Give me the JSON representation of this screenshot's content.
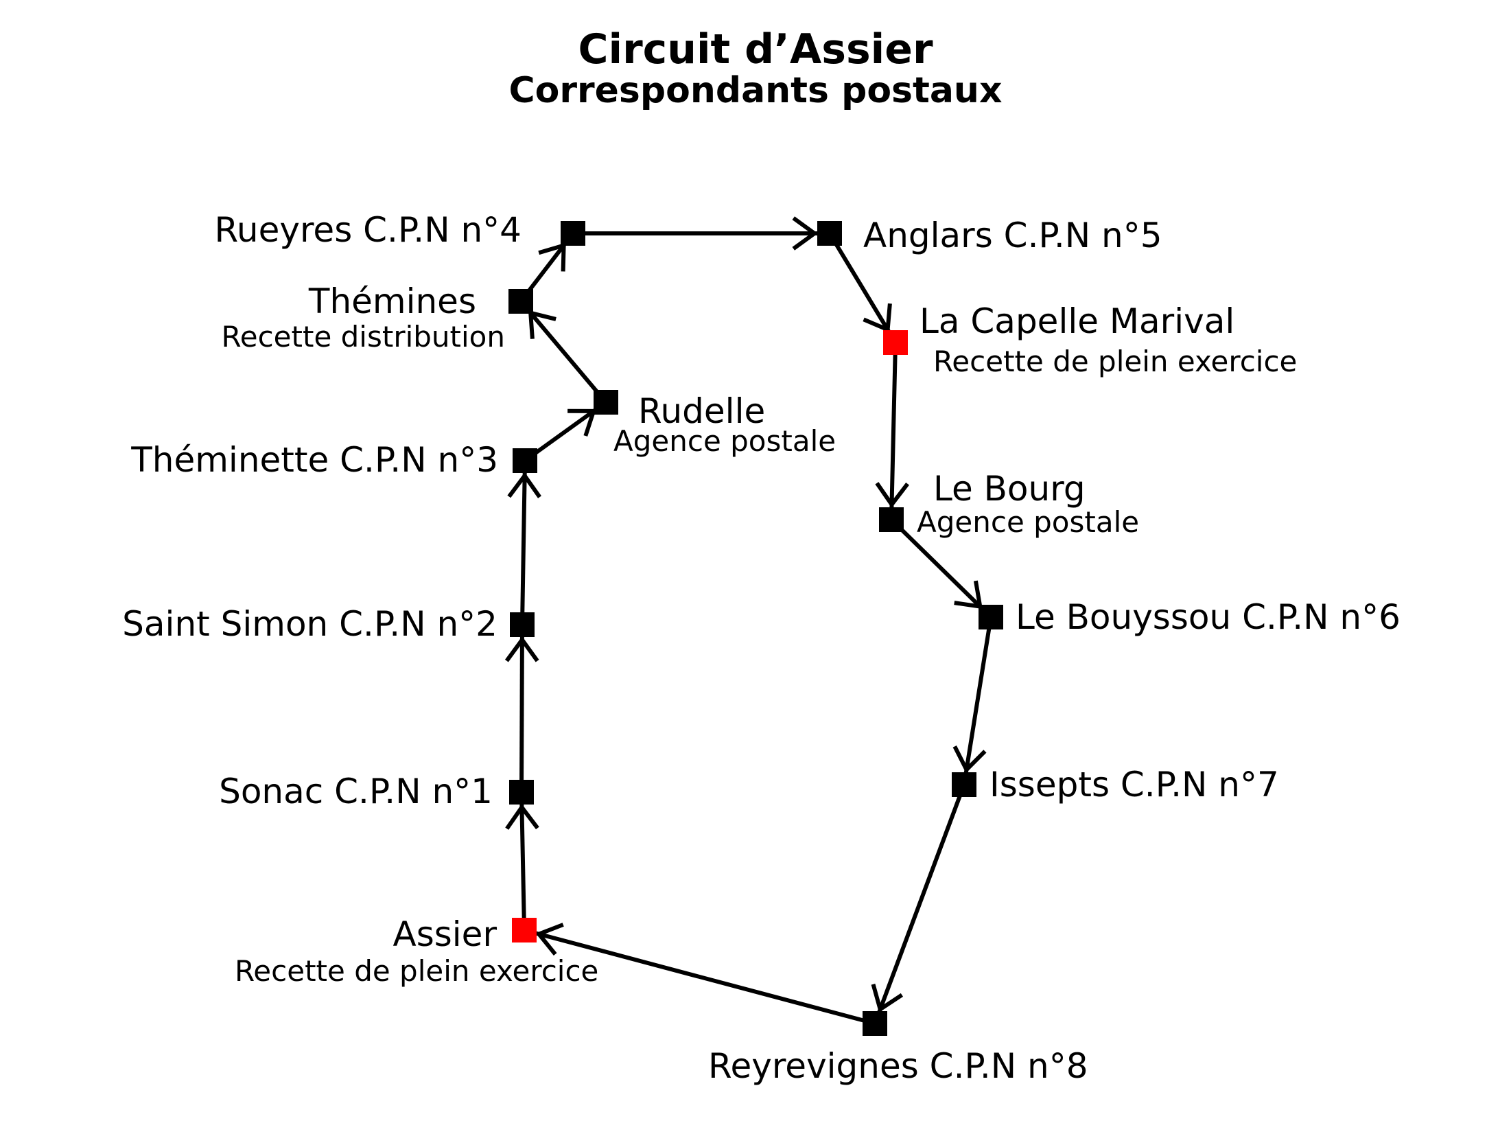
{
  "title": "Circuit d’Assier",
  "subtitle": "Correspondants postaux",
  "colors": {
    "line": "#000000",
    "node_default": "#000000",
    "node_recette": "#ff0000",
    "background": "#ffffff"
  },
  "nodes": [
    {
      "id": "assier",
      "name": "Assier",
      "sub": "Recette de plein exercice",
      "type": "recette"
    },
    {
      "id": "sonac",
      "name": "Sonac C.P.N n°1",
      "sub": "",
      "type": "default"
    },
    {
      "id": "saint-simon",
      "name": "Saint Simon C.P.N n°2",
      "sub": "",
      "type": "default"
    },
    {
      "id": "theminette",
      "name": "Théminette C.P.N n°3",
      "sub": "",
      "type": "default"
    },
    {
      "id": "rudelle",
      "name": "Rudelle",
      "sub": "Agence postale",
      "type": "default"
    },
    {
      "id": "themines",
      "name": "Thémines",
      "sub": "Recette distribution",
      "type": "default"
    },
    {
      "id": "rueyres",
      "name": "Rueyres C.P.N n°4",
      "sub": "",
      "type": "default"
    },
    {
      "id": "anglars",
      "name": "Anglars C.P.N n°5",
      "sub": "",
      "type": "default"
    },
    {
      "id": "la-capelle",
      "name": "La Capelle Marival",
      "sub": "Recette de plein exercice",
      "type": "recette"
    },
    {
      "id": "le-bourg",
      "name": "Le Bourg",
      "sub": "Agence postale",
      "type": "default"
    },
    {
      "id": "le-bouyssou",
      "name": "Le Bouyssou C.P.N n°6",
      "sub": "",
      "type": "default"
    },
    {
      "id": "issepts",
      "name": "Issepts C.P.N n°7",
      "sub": "",
      "type": "default"
    },
    {
      "id": "reyrevignes",
      "name": "Reyrevignes C.P.N n°8",
      "sub": "",
      "type": "default"
    }
  ],
  "edges": [
    {
      "from": "assier",
      "to": "sonac"
    },
    {
      "from": "sonac",
      "to": "saint-simon"
    },
    {
      "from": "saint-simon",
      "to": "theminette"
    },
    {
      "from": "theminette",
      "to": "rudelle"
    },
    {
      "from": "rudelle",
      "to": "themines"
    },
    {
      "from": "themines",
      "to": "rueyres"
    },
    {
      "from": "rueyres",
      "to": "anglars"
    },
    {
      "from": "anglars",
      "to": "la-capelle"
    },
    {
      "from": "la-capelle",
      "to": "le-bourg"
    },
    {
      "from": "le-bourg",
      "to": "le-bouyssou"
    },
    {
      "from": "le-bouyssou",
      "to": "issepts"
    },
    {
      "from": "issepts",
      "to": "reyrevignes"
    },
    {
      "from": "reyrevignes",
      "to": "assier"
    }
  ]
}
